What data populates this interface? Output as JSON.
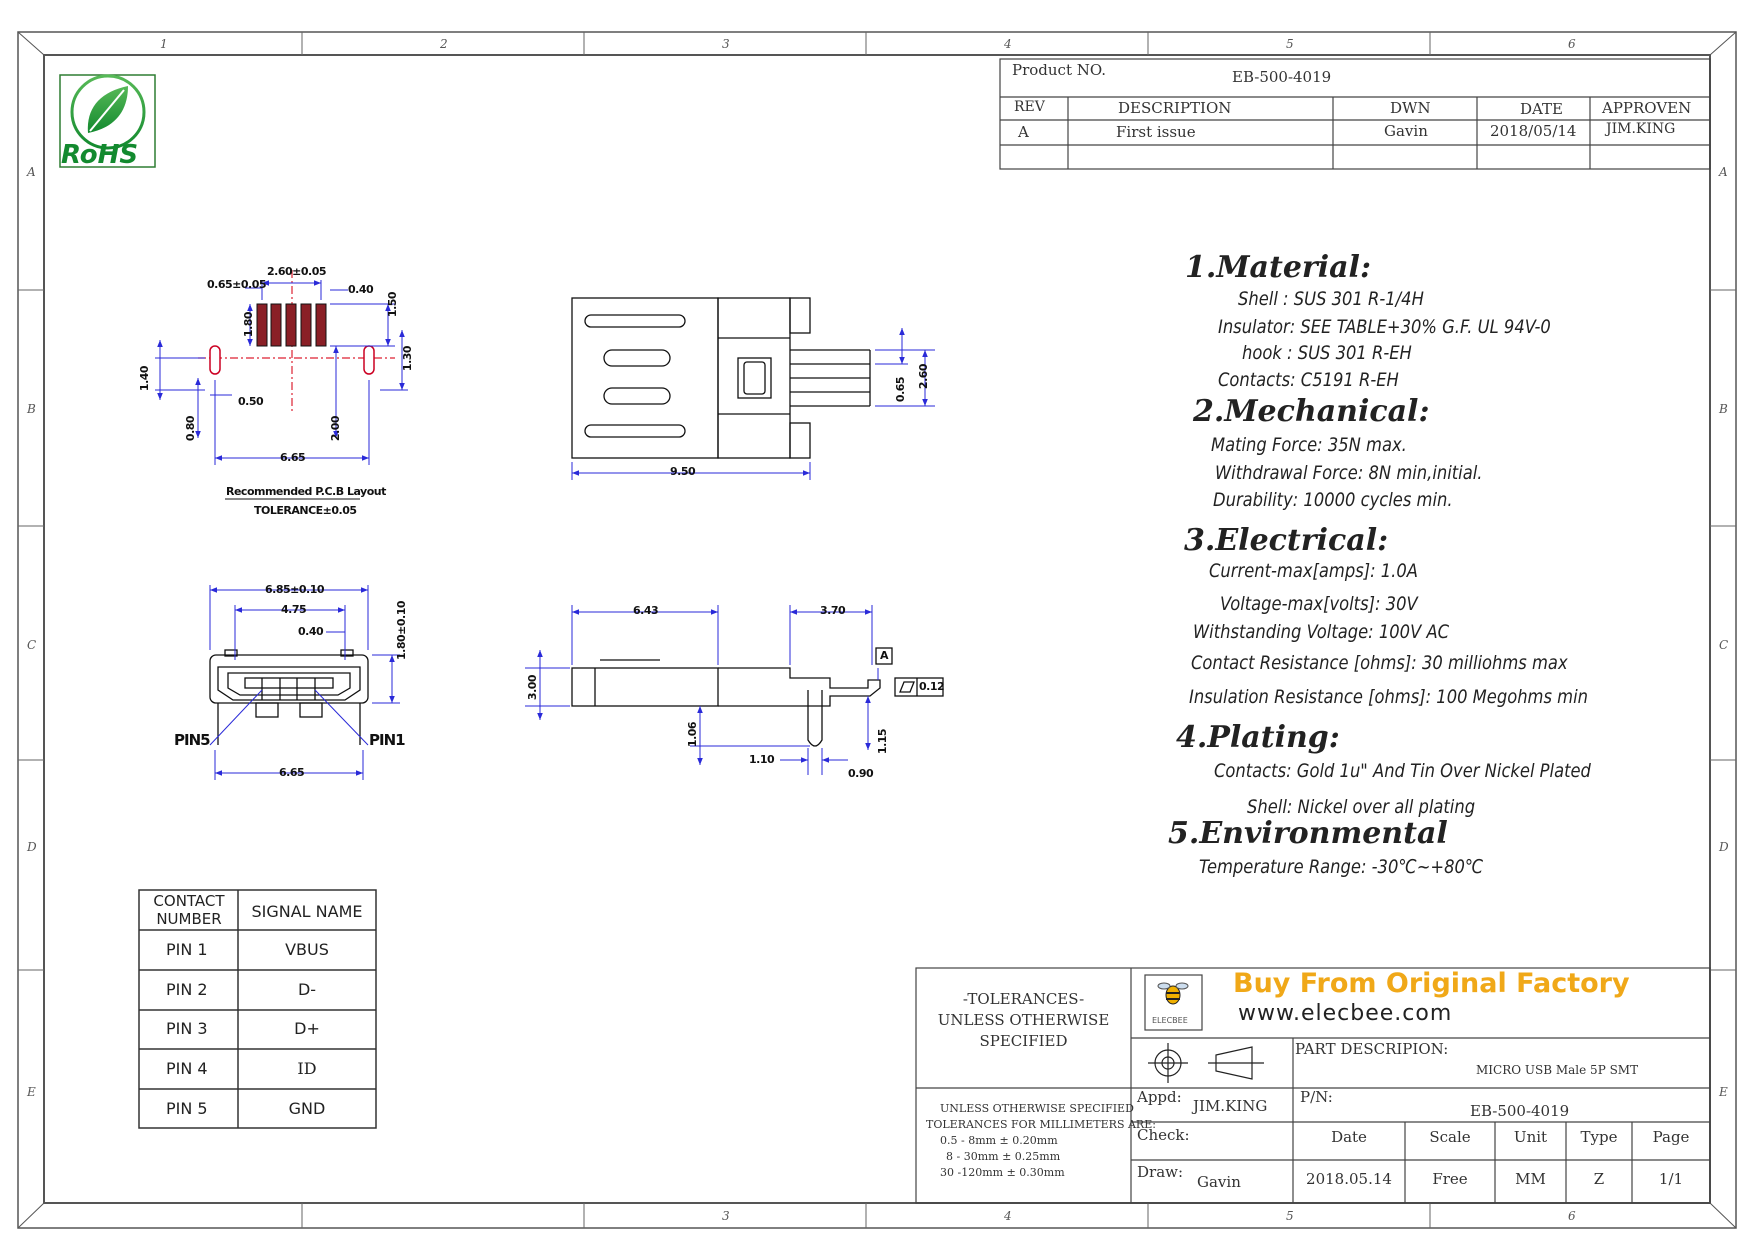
{
  "border": {
    "zones_top": [
      "1",
      "2",
      "3",
      "4",
      "5",
      "6"
    ],
    "zones_bottom": [
      "3",
      "4",
      "5",
      "6"
    ],
    "zones_side": [
      "A",
      "B",
      "C",
      "D",
      "E"
    ]
  },
  "logo": {
    "text": "RoHS",
    "icon": "rohs-leaf-icon"
  },
  "header": {
    "product_no_label": "Product NO.",
    "product_no": "EB-500-4019",
    "rev_columns": [
      "REV",
      "DESCRIPTION",
      "DWN",
      "DATE",
      "APPROVEN"
    ],
    "rev_row": [
      "A",
      "First issue",
      "Gavin",
      "2018/05/14",
      "JIM.KING"
    ]
  },
  "pcb_layout": {
    "caption": "Recommended P.C.B Layout",
    "tolerance": "TOLERANCE±0.05",
    "dims": {
      "pitch": "0.65±0.05",
      "span": "2.60±0.05",
      "pad_w": "0.40",
      "pad_h": "1.80",
      "d150": "1.50",
      "d130": "1.30",
      "d140": "1.40",
      "d050": "0.50",
      "d080": "0.80",
      "d200": "2.00",
      "d665": "6.65"
    }
  },
  "top_view": {
    "dims": {
      "d950": "9.50",
      "d065": "0.65",
      "d260": "2.60"
    }
  },
  "front_view": {
    "dims": {
      "d685": "6.85±0.10",
      "d475": "4.75",
      "d040": "0.40",
      "d180": "1.80±0.10",
      "d665": "6.65"
    },
    "pin5": "PIN5",
    "pin1": "PIN1"
  },
  "side_view": {
    "dims": {
      "d643": "6.43",
      "d370": "3.70",
      "d300": "3.00",
      "d106": "1.06",
      "d110": "1.10",
      "d090": "0.90",
      "d115": "1.15",
      "flat": "0.12",
      "datum": "A"
    }
  },
  "specs": [
    {
      "heading": "1.Material:",
      "lines": [
        "Shell :  SUS 301 R-1/4H",
        "Insulator:  SEE TABLE+30% G.F. UL 94V-0",
        "hook :  SUS 301 R-EH",
        "Contacts:  C5191 R-EH"
      ]
    },
    {
      "heading": "2.Mechanical:",
      "lines": [
        "Mating Force:  35N max.",
        "Withdrawal Force:  8N min,initial.",
        "Durability:  10000 cycles min."
      ]
    },
    {
      "heading": "3.Electrical:",
      "lines": [
        "Current-max[amps]:  1.0A",
        "Voltage-max[volts]:  30V",
        "Withstanding Voltage:  100V AC",
        "Contact Resistance [ohms]:  30 milliohms max",
        "Insulation Resistance [ohms]:  100 Megohms min"
      ]
    },
    {
      "heading": "4.Plating:",
      "lines": [
        "Contacts:  Gold 1u\" And Tin Over Nickel Plated",
        "Shell: Nickel over all plating"
      ]
    },
    {
      "heading": "5.Environmental",
      "lines": [
        "Temperature Range:  -30℃~+80℃"
      ]
    }
  ],
  "pin_table": {
    "headers": [
      "CONTACT NUMBER",
      "SIGNAL NAME"
    ],
    "rows": [
      [
        "PIN  1",
        "VBUS"
      ],
      [
        "PIN  2",
        "D-"
      ],
      [
        "PIN  3",
        "D+"
      ],
      [
        "PIN  4",
        "ID"
      ],
      [
        "PIN  5",
        "GND"
      ]
    ]
  },
  "title_block": {
    "tolerance_title": [
      "-TOLERANCES-",
      "UNLESS OTHERWISE",
      "SPECIFIED"
    ],
    "tolerance_lines": [
      "UNLESS OTHERWISE SPECIFIED",
      "TOLERANCES FOR MILLIMETERS ARE:",
      "0.5 - 8mm ± 0.20mm",
      "8 - 30mm ± 0.25mm",
      "30 -120mm ± 0.30mm"
    ],
    "brand": {
      "tagline": "Buy From Original Factory",
      "website": "www.elecbee.com",
      "logo_text": "ELECBEE",
      "accent": "#f0a818"
    },
    "part_description_label": "PART DESCRIPION:",
    "part_description": "MICRO USB Male 5P SMT",
    "appd_label": "Appd:",
    "appd": "JIM.KING",
    "pn_label": "P/N:",
    "pn": "EB-500-4019",
    "check_label": "Check:",
    "draw_label": "Draw:",
    "draw": "Gavin",
    "meta_headers": [
      "Date",
      "Scale",
      "Unit",
      "Type",
      "Page"
    ],
    "meta_values": [
      "2018.05.14",
      "Free",
      "MM",
      "Z",
      "1/1"
    ]
  }
}
